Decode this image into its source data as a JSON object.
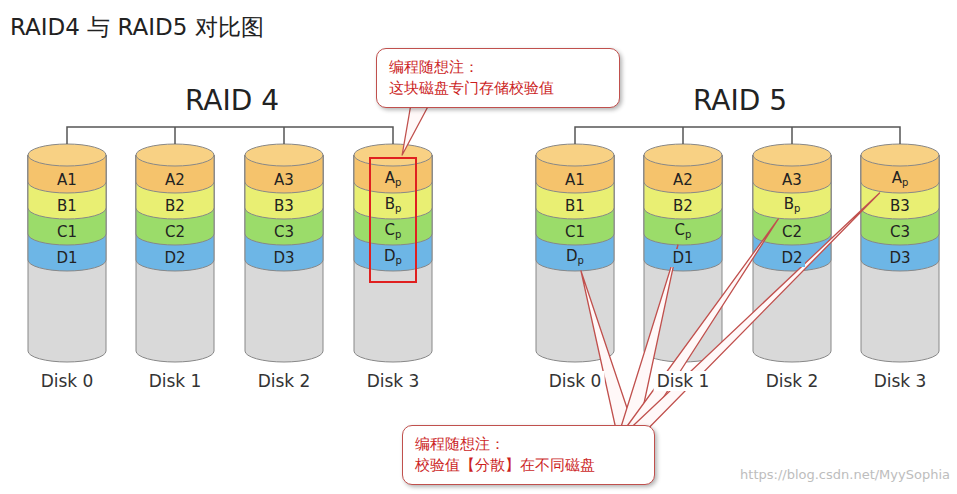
{
  "diagram": {
    "title": "RAID4 与 RAID5 对比图",
    "nodes": [
      {
        "text": [
          "编程随想注：",
          "这块磁盘专门存储校验值"
        ]
      },
      {
        "text": [
          "Disk 0"
        ]
      },
      {
        "text": [
          "A1"
        ],
        "in": 1
      },
      {
        "text": [
          "B1"
        ],
        "in": 1
      },
      {
        "text": [
          "C1"
        ],
        "in": 1
      },
      {
        "text": [
          "D1"
        ],
        "in": 1
      },
      {
        "text": [
          "Disk 1"
        ]
      },
      {
        "text": [
          "A2"
        ],
        "in": 6
      },
      {
        "text": [
          "B2"
        ],
        "in": 6
      },
      {
        "text": [
          "C2"
        ],
        "in": 6
      },
      {
        "text": [
          "D2"
        ],
        "in": 6
      },
      {
        "text": [
          "Disk 2"
        ]
      },
      {
        "text": [
          "A3"
        ],
        "in": 11
      },
      {
        "text": [
          "B3"
        ],
        "in": 11
      },
      {
        "text": [
          "C3"
        ],
        "in": 11
      },
      {
        "text": [
          "D3"
        ],
        "in": 11
      },
      {
        "text": [
          "Disk 3"
        ]
      },
      {
        "text": [
          "Ap"
        ],
        "in": 16
      },
      {
        "text": [
          "Bp"
        ],
        "in": 16
      },
      {
        "text": [
          "Cp"
        ],
        "in": 16
      },
      {
        "text": [
          "Dp"
        ],
        "in": 16
      },
      {
        "text": [
          "Disk 0"
        ]
      },
      {
        "text": [
          "A1"
        ],
        "in": 21
      },
      {
        "text": [
          "B1"
        ],
        "in": 21
      },
      {
        "text": [
          "C1"
        ],
        "in": 21
      },
      {
        "text": [
          "Dp"
        ],
        "in": 21
      },
      {
        "text": [
          "Disk 1"
        ]
      },
      {
        "text": [
          "A2"
        ],
        "in": 26
      },
      {
        "text": [
          "B2"
        ],
        "in": 26
      },
      {
        "text": [
          "Cp"
        ],
        "in": 26
      },
      {
        "text": [
          "D1"
        ],
        "in": 26
      },
      {
        "text": [
          "Disk 2"
        ]
      },
      {
        "text": [
          "A3"
        ],
        "in": 31
      },
      {
        "text": [
          "Bp"
        ],
        "in": 31
      },
      {
        "text": [
          "C2"
        ],
        "in": 31
      },
      {
        "text": [
          "D2"
        ],
        "in": 31
      },
      {
        "text": [
          "Disk 3"
        ]
      },
      {
        "text": [
          "Ap"
        ],
        "in": 36
      },
      {
        "text": [
          "B3"
        ],
        "in": 36
      },
      {
        "text": [
          "C3"
        ],
        "in": 36
      },
      {
        "text": [
          "D3"
        ],
        "in": 36
      },
      {
        "text": [
          "编程随想注：",
          "校验值【分散】在不同磁盘"
        ]
      }
    ],
    "edges": [
      {
        "from": 0,
        "to": 17,
        "arrow": "none"
      },
      {
        "from": 41,
        "to": 25,
        "arrow": "none"
      },
      {
        "from": 41,
        "to": 29,
        "arrow": "none"
      },
      {
        "from": 41,
        "to": 33,
        "arrow": "none"
      },
      {
        "from": 41,
        "to": 37,
        "arrow": "none"
      }
    ],
    "labels": [
      "RAID 4",
      "RAID 5",
      "https://blog.csdn.net/MyySophia"
    ]
  }
}
